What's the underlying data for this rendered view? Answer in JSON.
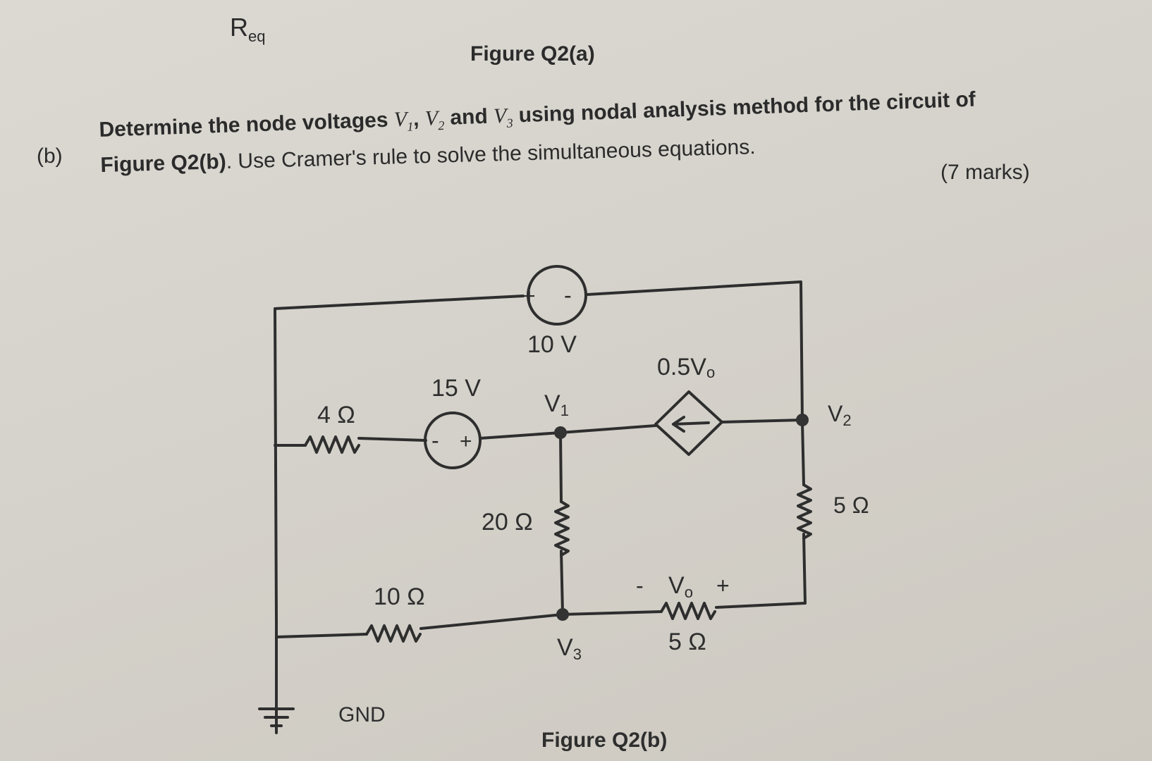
{
  "top": {
    "req_label_main": "R",
    "req_label_sub": "eq",
    "figure_a_caption": "Figure Q2(a)"
  },
  "question": {
    "part": "(b)",
    "line1_a": "Determine the node voltages ",
    "v1_main": "V",
    "v1_sub": "1",
    "sep1": ", ",
    "v2_main": "V",
    "v2_sub": "2",
    "line1_b": " and ",
    "v3_main": "V",
    "v3_sub": "3",
    "line1_c": " using nodal analysis method for the circuit of",
    "line2_ref": "Figure Q2(b)",
    "line2_rest": ". Use Cramer's rule to solve the simultaneous equations.",
    "marks": "(7 marks)"
  },
  "circuit": {
    "source_top_value": "10 V",
    "source_top_plus": "+",
    "source_top_minus": "-",
    "source_mid_value": "15 V",
    "source_mid_plus": "+",
    "source_mid_minus": "-",
    "dependent_source_label_main": "0.5V",
    "dependent_source_label_sub": "o",
    "r_left_top": "4 Ω",
    "r_left_bottom": "10 Ω",
    "r_middle": "20 Ω",
    "r_right": "5 Ω",
    "r_bottom": "5 Ω",
    "node_v1_main": "V",
    "node_v1_sub": "1",
    "node_v2_main": "V",
    "node_v2_sub": "2",
    "node_v3_main": "V",
    "node_v3_sub": "3",
    "vo_label_main": "V",
    "vo_label_sub": "o",
    "vo_minus": "-",
    "vo_plus": "+",
    "ground_label": "GND",
    "figure_b_caption": "Figure Q2(b)"
  },
  "colors": {
    "paper": "#d8d5ce",
    "ink": "#2b2b2b",
    "node_dot": "#333333"
  }
}
